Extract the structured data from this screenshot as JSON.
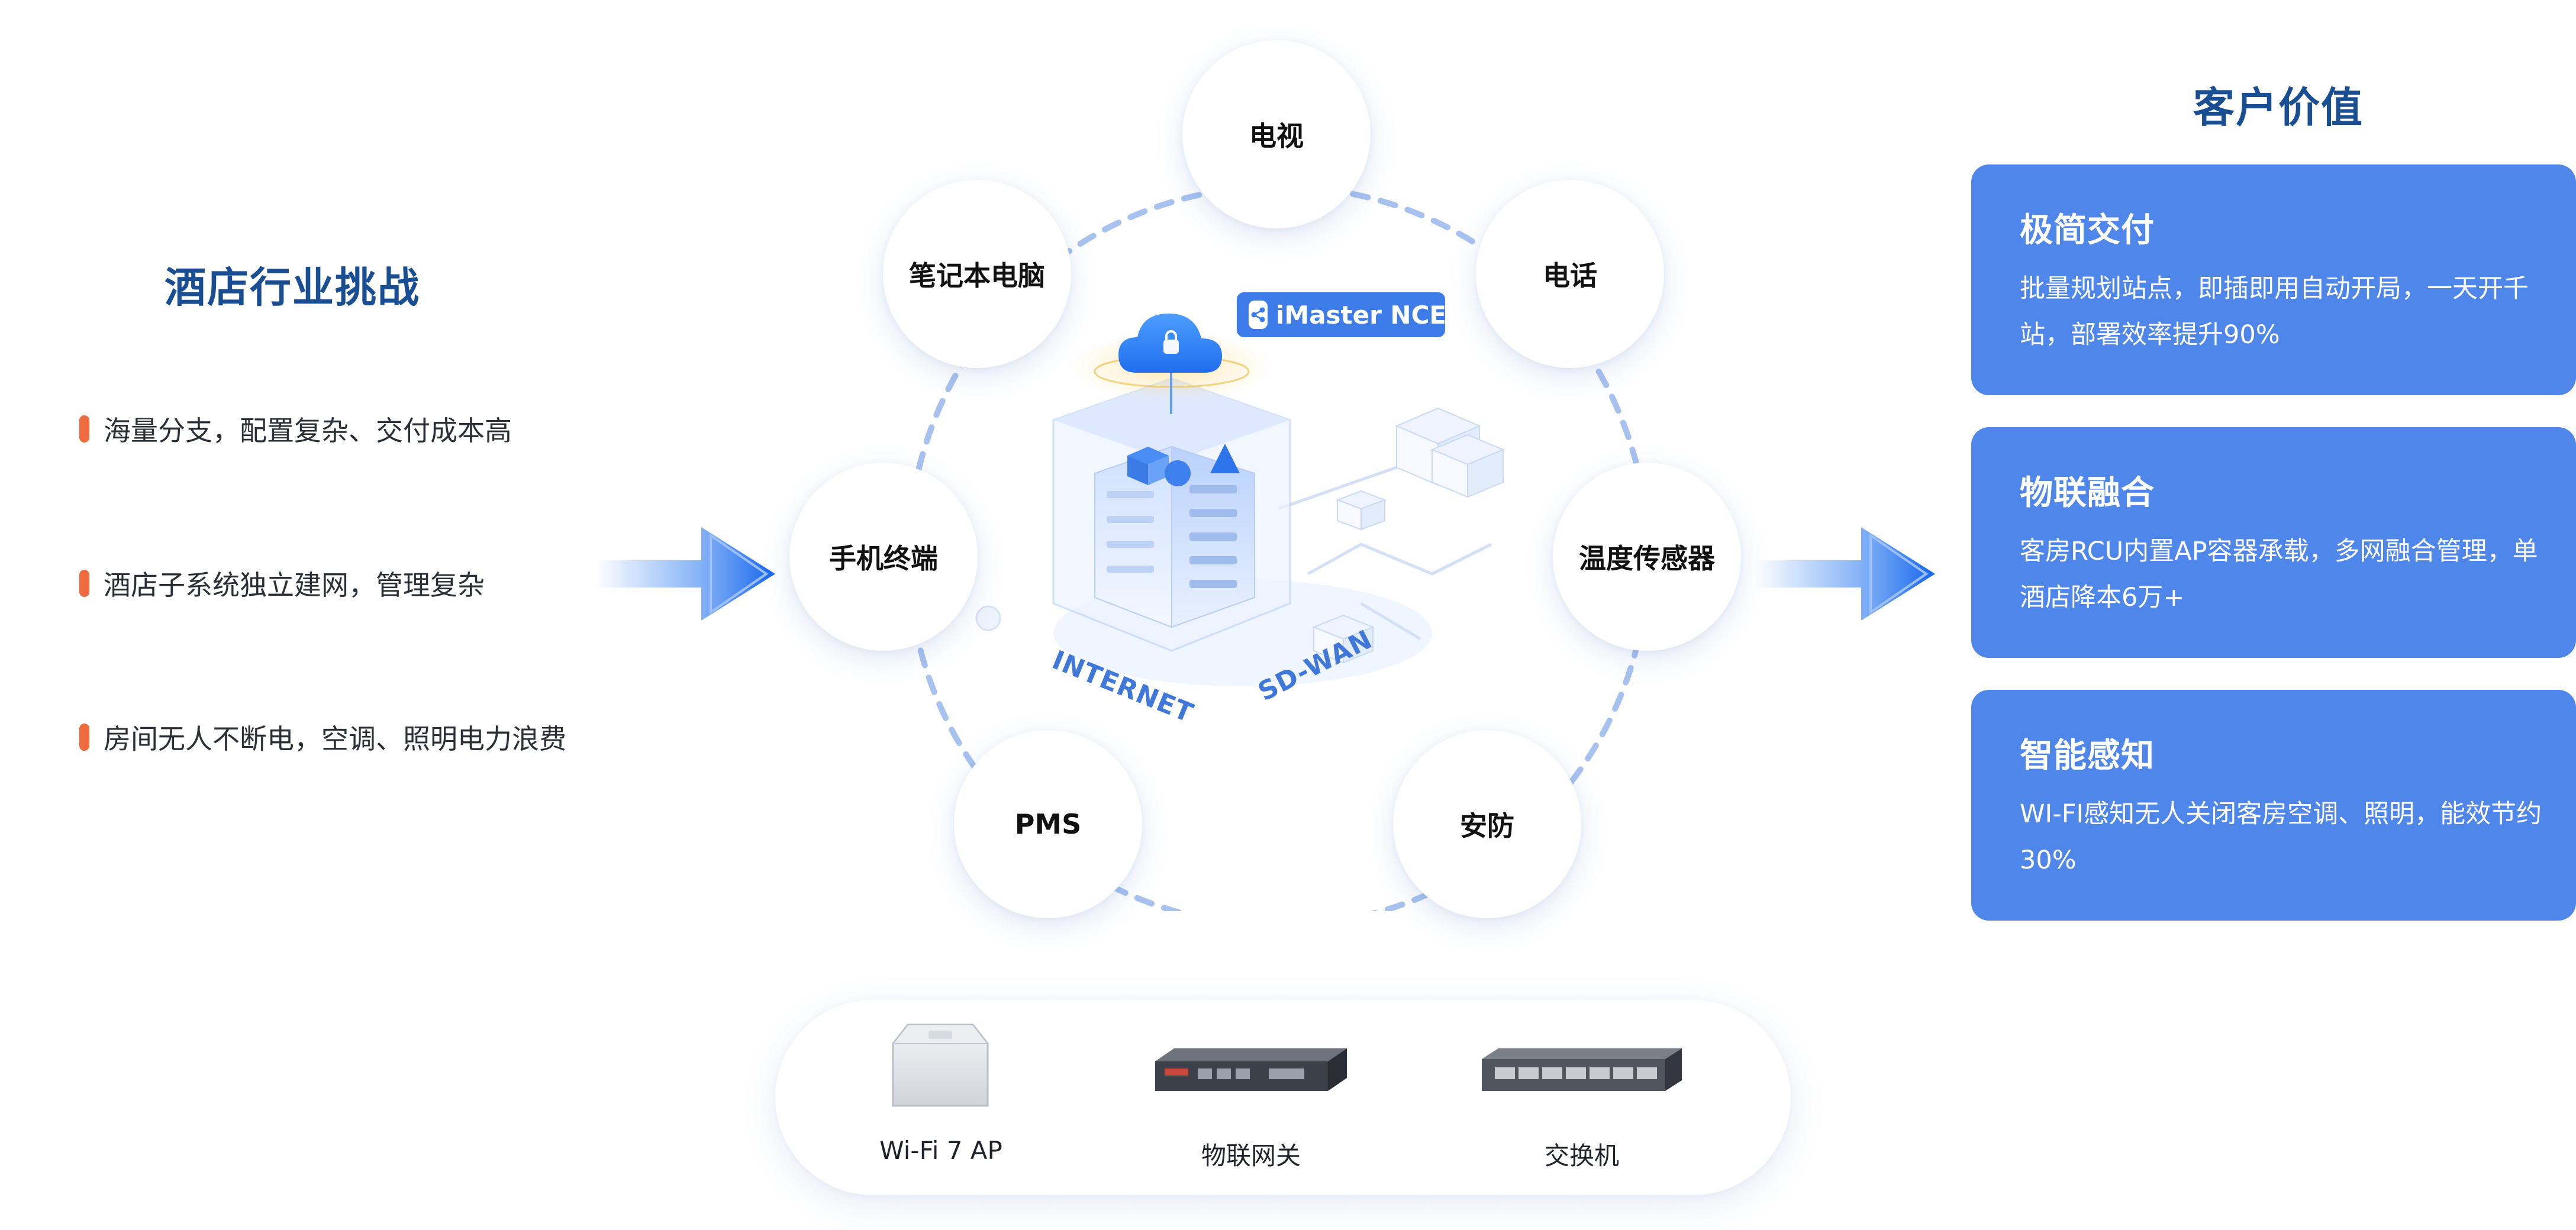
{
  "left": {
    "title": "酒店行业挑战",
    "challenges": [
      "海量分支，配置复杂、交付成本高",
      "酒店子系统独立建网，管理复杂",
      "房间无人不断电，空调、照明电力浪费"
    ]
  },
  "center": {
    "nodes": [
      "电视",
      "电话",
      "温度传感器",
      "安防",
      "PMS",
      "手机终端",
      "笔记本电脑"
    ],
    "platform_badge": "iMaster NCE",
    "platform_icon": "share-nodes-icon",
    "network_labels": [
      "INTERNET",
      "SD-WAN"
    ]
  },
  "devices": [
    {
      "label": "Wi-Fi 7 AP",
      "icon": "wifi-ap-device"
    },
    {
      "label": "物联网关",
      "icon": "iot-gateway-device"
    },
    {
      "label": "交换机",
      "icon": "switch-device"
    }
  ],
  "right": {
    "title": "客户价值",
    "cards": [
      {
        "title": "极简交付",
        "desc": "批量规划站点，即插即用自动开局，一天开千站，部署效率提升90%"
      },
      {
        "title": "物联融合",
        "desc": "客房RCU内置AP容器承载，多网融合管理，单酒店降本6万+"
      },
      {
        "title": "智能感知",
        "desc": "WI-FI感知无人关闭客房空调、照明，能效节约30%"
      }
    ]
  },
  "colors": {
    "title": "#1a4e93",
    "card_bg": "#4f86ea",
    "bullet": "#ef6a3c",
    "accent": "#3d7be8",
    "ring": "#a8c2ef"
  }
}
